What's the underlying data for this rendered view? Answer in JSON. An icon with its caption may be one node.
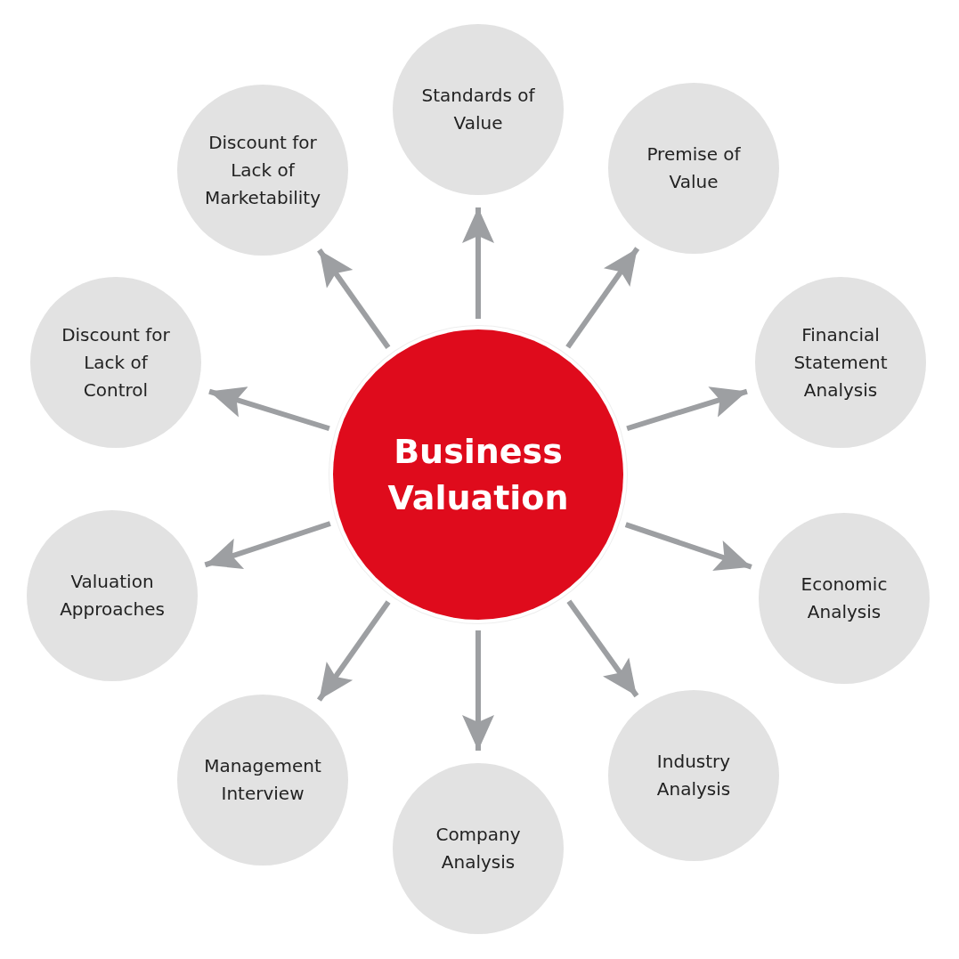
{
  "diagram": {
    "nodes": [
      {
        "text": [
          "Business Valuation"
        ]
      },
      {
        "text": [
          "Standards of Value"
        ]
      },
      {
        "text": [
          "Premise of Value"
        ]
      },
      {
        "text": [
          "Financial Statement Analysis"
        ]
      },
      {
        "text": [
          "Economic Analysis"
        ]
      },
      {
        "text": [
          "Industry Analysis"
        ]
      },
      {
        "text": [
          "Company Analysis"
        ]
      },
      {
        "text": [
          "Management Interview"
        ]
      },
      {
        "text": [
          "Valuation Approaches"
        ]
      },
      {
        "text": [
          "Discount for Lack of Control"
        ]
      },
      {
        "text": [
          "Discount for Lack of Marketability"
        ]
      }
    ],
    "edges": [
      {
        "from": 0,
        "to": 1,
        "arrow": "to"
      },
      {
        "from": 0,
        "to": 2,
        "arrow": "to"
      },
      {
        "from": 0,
        "to": 3,
        "arrow": "to"
      },
      {
        "from": 0,
        "to": 4,
        "arrow": "to"
      },
      {
        "from": 0,
        "to": 5,
        "arrow": "to"
      },
      {
        "from": 0,
        "to": 6,
        "arrow": "to"
      },
      {
        "from": 0,
        "to": 7,
        "arrow": "to"
      },
      {
        "from": 0,
        "to": 8,
        "arrow": "to"
      },
      {
        "from": 0,
        "to": 9,
        "arrow": "to"
      },
      {
        "from": 0,
        "to": 10,
        "arrow": "to"
      }
    ]
  }
}
